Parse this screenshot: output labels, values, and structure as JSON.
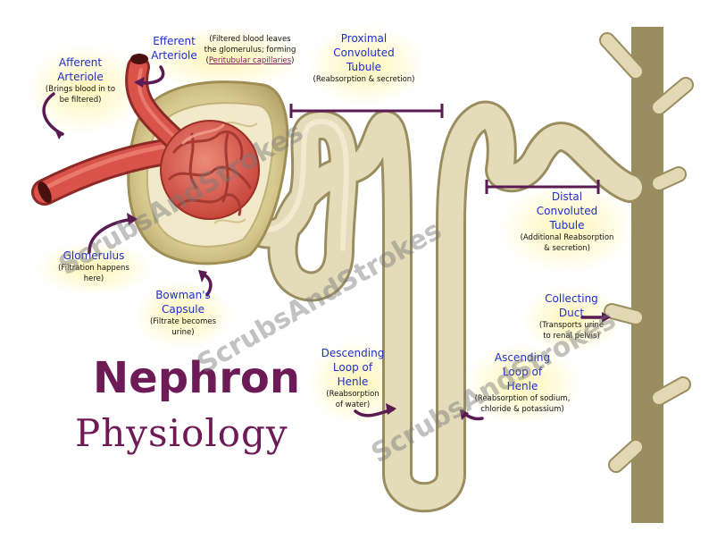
{
  "title": {
    "line1": "Nephron",
    "line2": "Physiology"
  },
  "watermark": "ScrubsAndStrokes",
  "labels": {
    "afferent": {
      "title_line1": "Afferent",
      "title_line2": "Arteriole",
      "desc_line1": "(Brings blood in to",
      "desc_line2": "be filtered)"
    },
    "efferent": {
      "title_line1": "Efferent",
      "title_line2": "Arteriole"
    },
    "efferent_note": {
      "line1": "(Filtered blood leaves",
      "line2": "the glomerulus; forming",
      "line3": "Peritubular capillaries",
      "line3_prefix": "(",
      "line3_suffix": ")"
    },
    "glomerulus": {
      "title": "Glomerulus",
      "desc_line1": "(Filtration happens",
      "desc_line2": "here)"
    },
    "bowmans": {
      "title_line1": "Bowman's",
      "title_line2": "Capsule",
      "desc_line1": "(Filtrate becomes",
      "desc_line2": "urine)"
    },
    "pct": {
      "title_line1": "Proximal",
      "title_line2": "Convoluted",
      "title_line3": "Tubule",
      "desc": "(Reabsorption & secretion)"
    },
    "dct": {
      "title_line1": "Distal",
      "title_line2": "Convoluted",
      "title_line3": "Tubule",
      "desc_line1": "(Additional Reabsorption",
      "desc_line2": "& secretion)"
    },
    "collecting": {
      "title_line1": "Collecting",
      "title_line2": "Duct",
      "desc_line1": "(Transports urine",
      "desc_line2": "to renal pelvis)"
    },
    "descending": {
      "title_line1": "Descending",
      "title_line2": "Loop of",
      "title_line3": "Henle",
      "desc_line1": "(Reabsorption",
      "desc_line2": "of water)"
    },
    "ascending": {
      "title_line1": "Ascending",
      "title_line2": "Loop of",
      "title_line3": "Henle",
      "desc_line1": "(Reabsorption of sodium,",
      "desc_line2": "chloride & potassium)"
    }
  },
  "colors": {
    "tubule": "#d9cfa8",
    "tubule_dark": "#a89a6a",
    "vessel": "#d9534a",
    "vessel_dark": "#8e2a26",
    "arrow": "#5a1a52",
    "label": "#1f2fc9",
    "title": "#6e1a57"
  }
}
